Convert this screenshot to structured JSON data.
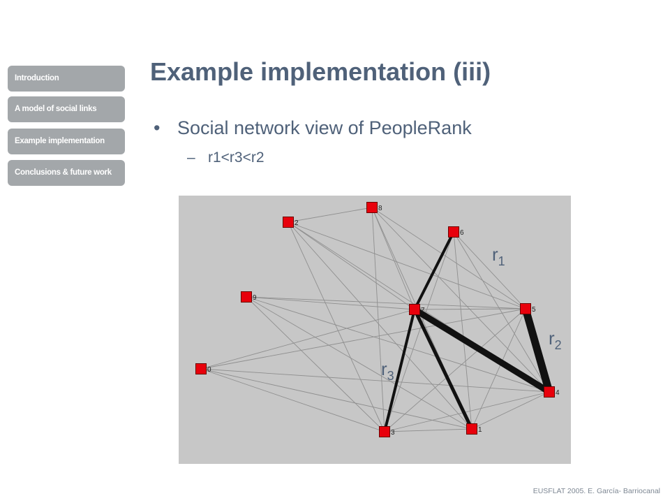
{
  "nav": {
    "items": [
      {
        "label": "Introduction"
      },
      {
        "label": "A model of social links"
      },
      {
        "label": "Example implementation"
      },
      {
        "label": "Conclusions & future work"
      }
    ]
  },
  "slide": {
    "title": "Example implementation (iii)",
    "bullet": "Social network view of PeopleRank",
    "bullet_marker": "•",
    "subbullet": "r1<r3<r2",
    "subbullet_marker": "–"
  },
  "graph": {
    "nodes": [
      {
        "id": "0",
        "label": "0"
      },
      {
        "id": "1",
        "label": "1"
      },
      {
        "id": "2",
        "label": "2"
      },
      {
        "id": "3",
        "label": "3"
      },
      {
        "id": "4",
        "label": "4"
      },
      {
        "id": "5",
        "label": "5"
      },
      {
        "id": "6",
        "label": "6"
      },
      {
        "id": "7",
        "label": "7"
      },
      {
        "id": "8",
        "label": "8"
      },
      {
        "id": "9",
        "label": "9"
      }
    ],
    "thin_edges": [
      [
        "2",
        "8"
      ],
      [
        "2",
        "7"
      ],
      [
        "2",
        "5"
      ],
      [
        "2",
        "1"
      ],
      [
        "2",
        "3"
      ],
      [
        "2",
        "4"
      ],
      [
        "8",
        "7"
      ],
      [
        "8",
        "5"
      ],
      [
        "8",
        "1"
      ],
      [
        "8",
        "3"
      ],
      [
        "8",
        "4"
      ],
      [
        "9",
        "7"
      ],
      [
        "9",
        "5"
      ],
      [
        "9",
        "1"
      ],
      [
        "9",
        "3"
      ],
      [
        "9",
        "4"
      ],
      [
        "0",
        "7"
      ],
      [
        "0",
        "5"
      ],
      [
        "0",
        "1"
      ],
      [
        "0",
        "3"
      ],
      [
        "0",
        "4"
      ],
      [
        "6",
        "1"
      ],
      [
        "6",
        "3"
      ],
      [
        "6",
        "5"
      ],
      [
        "6",
        "4"
      ],
      [
        "7",
        "5"
      ],
      [
        "5",
        "3"
      ],
      [
        "5",
        "1"
      ],
      [
        "4",
        "3"
      ],
      [
        "4",
        "1"
      ],
      [
        "3",
        "1"
      ],
      [
        "6",
        "7"
      ]
    ],
    "thick_edges": [
      {
        "from": "6",
        "to": "7",
        "weight": 4
      },
      {
        "from": "7",
        "to": "4",
        "weight": 9
      },
      {
        "from": "5",
        "to": "4",
        "weight": 11
      },
      {
        "from": "7",
        "to": "3",
        "weight": 4
      },
      {
        "from": "7",
        "to": "1",
        "weight": 5
      }
    ],
    "edge_labels": [
      {
        "base": "r",
        "sub": "1",
        "ref": "r1"
      },
      {
        "base": "r",
        "sub": "2",
        "ref": "r2"
      },
      {
        "base": "r",
        "sub": "3",
        "ref": "r3"
      }
    ],
    "colors": {
      "background": "#c7c7c7",
      "node_fill": "#e8000c",
      "node_stroke": "#6a0000",
      "thin_edge": "#8f8f8f",
      "thick_edge": "#111111",
      "edge_label": "#4f6179"
    }
  },
  "footer": {
    "credit": "EUSFLAT 2005. E. García- Barriocanal"
  }
}
